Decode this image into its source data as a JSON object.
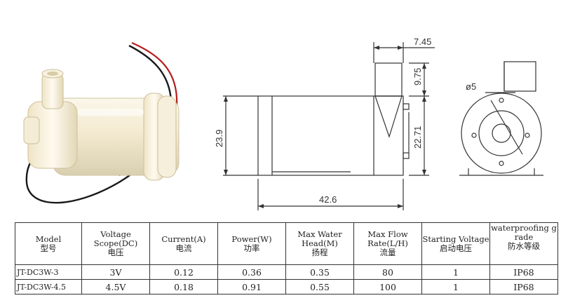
{
  "dimensions": {
    "top_width": "7.45",
    "outlet_height": "9.75",
    "body_height": "22.71",
    "total_height": "23.9",
    "length": "42.6",
    "diameter": "ø5"
  },
  "table": {
    "headers": [
      {
        "en": "Model",
        "cn": "型号"
      },
      {
        "en": "Voltage Scope(DC)",
        "cn": "电压"
      },
      {
        "en": "Current(A)",
        "cn": "电流"
      },
      {
        "en": "Power(W)",
        "cn": "功率"
      },
      {
        "en": "Max Water Head(M)",
        "cn": "扬程"
      },
      {
        "en": "Max Flow Rate(L/H)",
        "cn": "流量"
      },
      {
        "en": "Starting Voltage",
        "cn": "启动电压"
      },
      {
        "en": "waterproofing grade",
        "cn": "防水等级"
      }
    ],
    "rows": [
      [
        "JT-DC3W-3",
        "3V",
        "0.12",
        "0.36",
        "0.35",
        "80",
        "1",
        "IP68"
      ],
      [
        "JT-DC3W-4.5",
        "4.5V",
        "0.18",
        "0.91",
        "0.55",
        "100",
        "1",
        "IP68"
      ]
    ]
  }
}
